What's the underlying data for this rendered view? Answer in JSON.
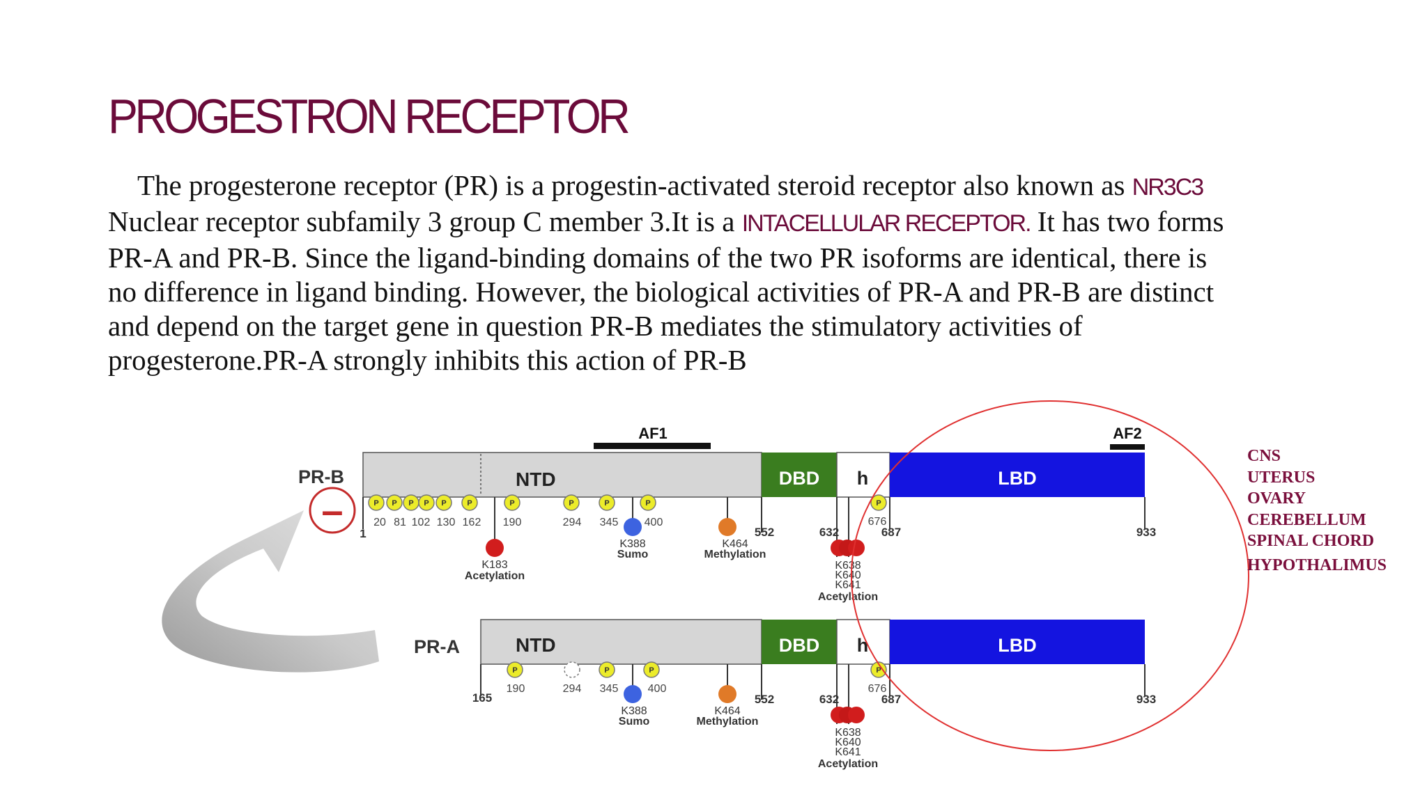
{
  "slide": {
    "title": "PROGESTRON RECEPTOR",
    "paragraph": {
      "line1_a": "The progesterone receptor (PR) is a progestin-activated steroid receptor also known as ",
      "line1_hl": "NR3C3",
      "line2_a": "Nuclear receptor subfamily 3 group C member 3.It is a ",
      "line2_hl": "INTACELLULAR RECEPTOR.",
      "line2_b": " It has two forms",
      "line3": "PR-A and PR-B. Since the ligand-binding domains of the two PR isoforms are identical, there is",
      "line4": "no difference in ligand binding. However, the biological activities of PR-A and PR-B are distinct",
      "line5": "and depend on the target gene in question PR-B mediates the stimulatory activities of",
      "line6": "progesterone.PR-A strongly inhibits this action of PR-B"
    }
  },
  "diagram": {
    "af1": "AF1",
    "af2": "AF2",
    "minus": "–",
    "p": "P",
    "prb": {
      "name": "PR-B",
      "ntd": "NTD",
      "dbd": "DBD",
      "h": "h",
      "lbd": "LBD",
      "start": "1",
      "phospho_sites": [
        "20",
        "81",
        "102",
        "130",
        "162",
        "190",
        "294",
        "345",
        "400"
      ],
      "k183": "K183",
      "acetylation": "Acetylation",
      "k388": "K388",
      "sumo": "Sumo",
      "k464": "K464",
      "methylation": "Methylation",
      "b552": "552",
      "b632": "632",
      "s676": "676",
      "b687": "687",
      "end": "933",
      "k638": "K638",
      "k640": "K640",
      "k641": "K641"
    },
    "pra": {
      "name": "PR-A",
      "ntd": "NTD",
      "dbd": "DBD",
      "h": "h",
      "lbd": "LBD",
      "start": "165",
      "s190": "190",
      "s294": "294",
      "s345": "345",
      "s400": "400",
      "k388": "K388",
      "sumo": "Sumo",
      "k464": "K464",
      "methylation": "Methylation",
      "b552": "552",
      "b632": "632",
      "s676": "676",
      "b687": "687",
      "end": "933",
      "k638": "K638",
      "k640": "K640",
      "k641": "K641",
      "acetylation": "Acetylation"
    }
  },
  "organs": [
    "CNS",
    "UTERUS",
    "OVARY",
    "CEREBELLUM",
    "SPINAL CHORD",
    "HYPOTHALIMUS"
  ],
  "colors": {
    "title": "#6b0b3a",
    "ntd": "#d6d6d6",
    "dbd": "#3a7d1f",
    "lbd": "#1414e0",
    "phospho": "#ecec2a",
    "acetyl": "#d11d1d",
    "sumo": "#3d63e0",
    "methyl": "#e07a28",
    "circle": "#e03030"
  }
}
